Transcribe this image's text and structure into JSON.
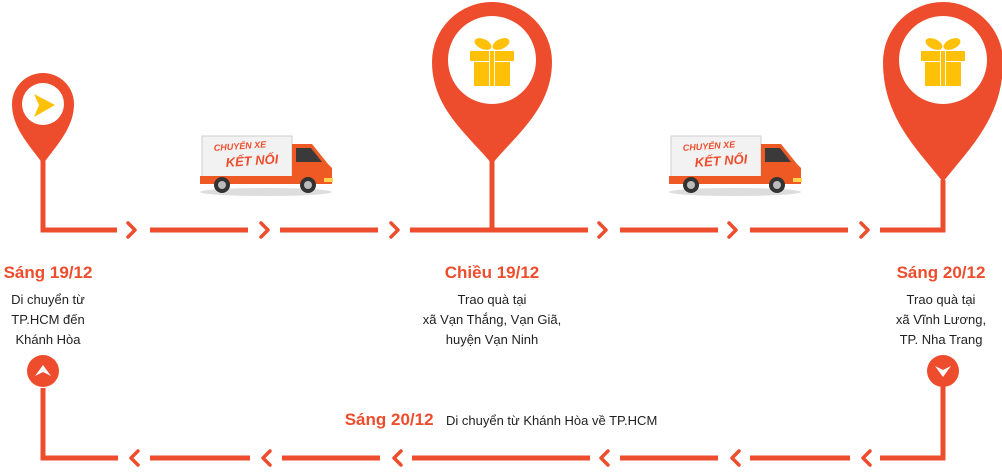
{
  "colors": {
    "route": "#ee4d2d",
    "gift": "#ffc107",
    "truck_cab": "#ef5a24",
    "truck_box": "#f2f2f2"
  },
  "truck": {
    "line1": "CHUYẾN XE",
    "line2": "KẾT NỐI"
  },
  "stops": [
    {
      "date": "Sáng 19/12",
      "desc": [
        "Di chuyển từ",
        "TP.HCM đến",
        "Khánh Hòa"
      ],
      "icon": "play-icon"
    },
    {
      "date": "Chiều 19/12",
      "desc": [
        "Trao quà tại",
        "xã Vạn Thắng, Vạn Giã,",
        "huyện Vạn Ninh"
      ],
      "icon": "gift-icon"
    },
    {
      "date": "Sáng 20/12",
      "desc": [
        "Trao quà tại",
        "xã Vĩnh Lương,",
        "TP. Nha Trang"
      ],
      "icon": "gift-icon"
    }
  ],
  "return_trip": {
    "date": "Sáng 20/12",
    "desc": "Di chuyển từ Khánh Hòa về TP.HCM"
  }
}
